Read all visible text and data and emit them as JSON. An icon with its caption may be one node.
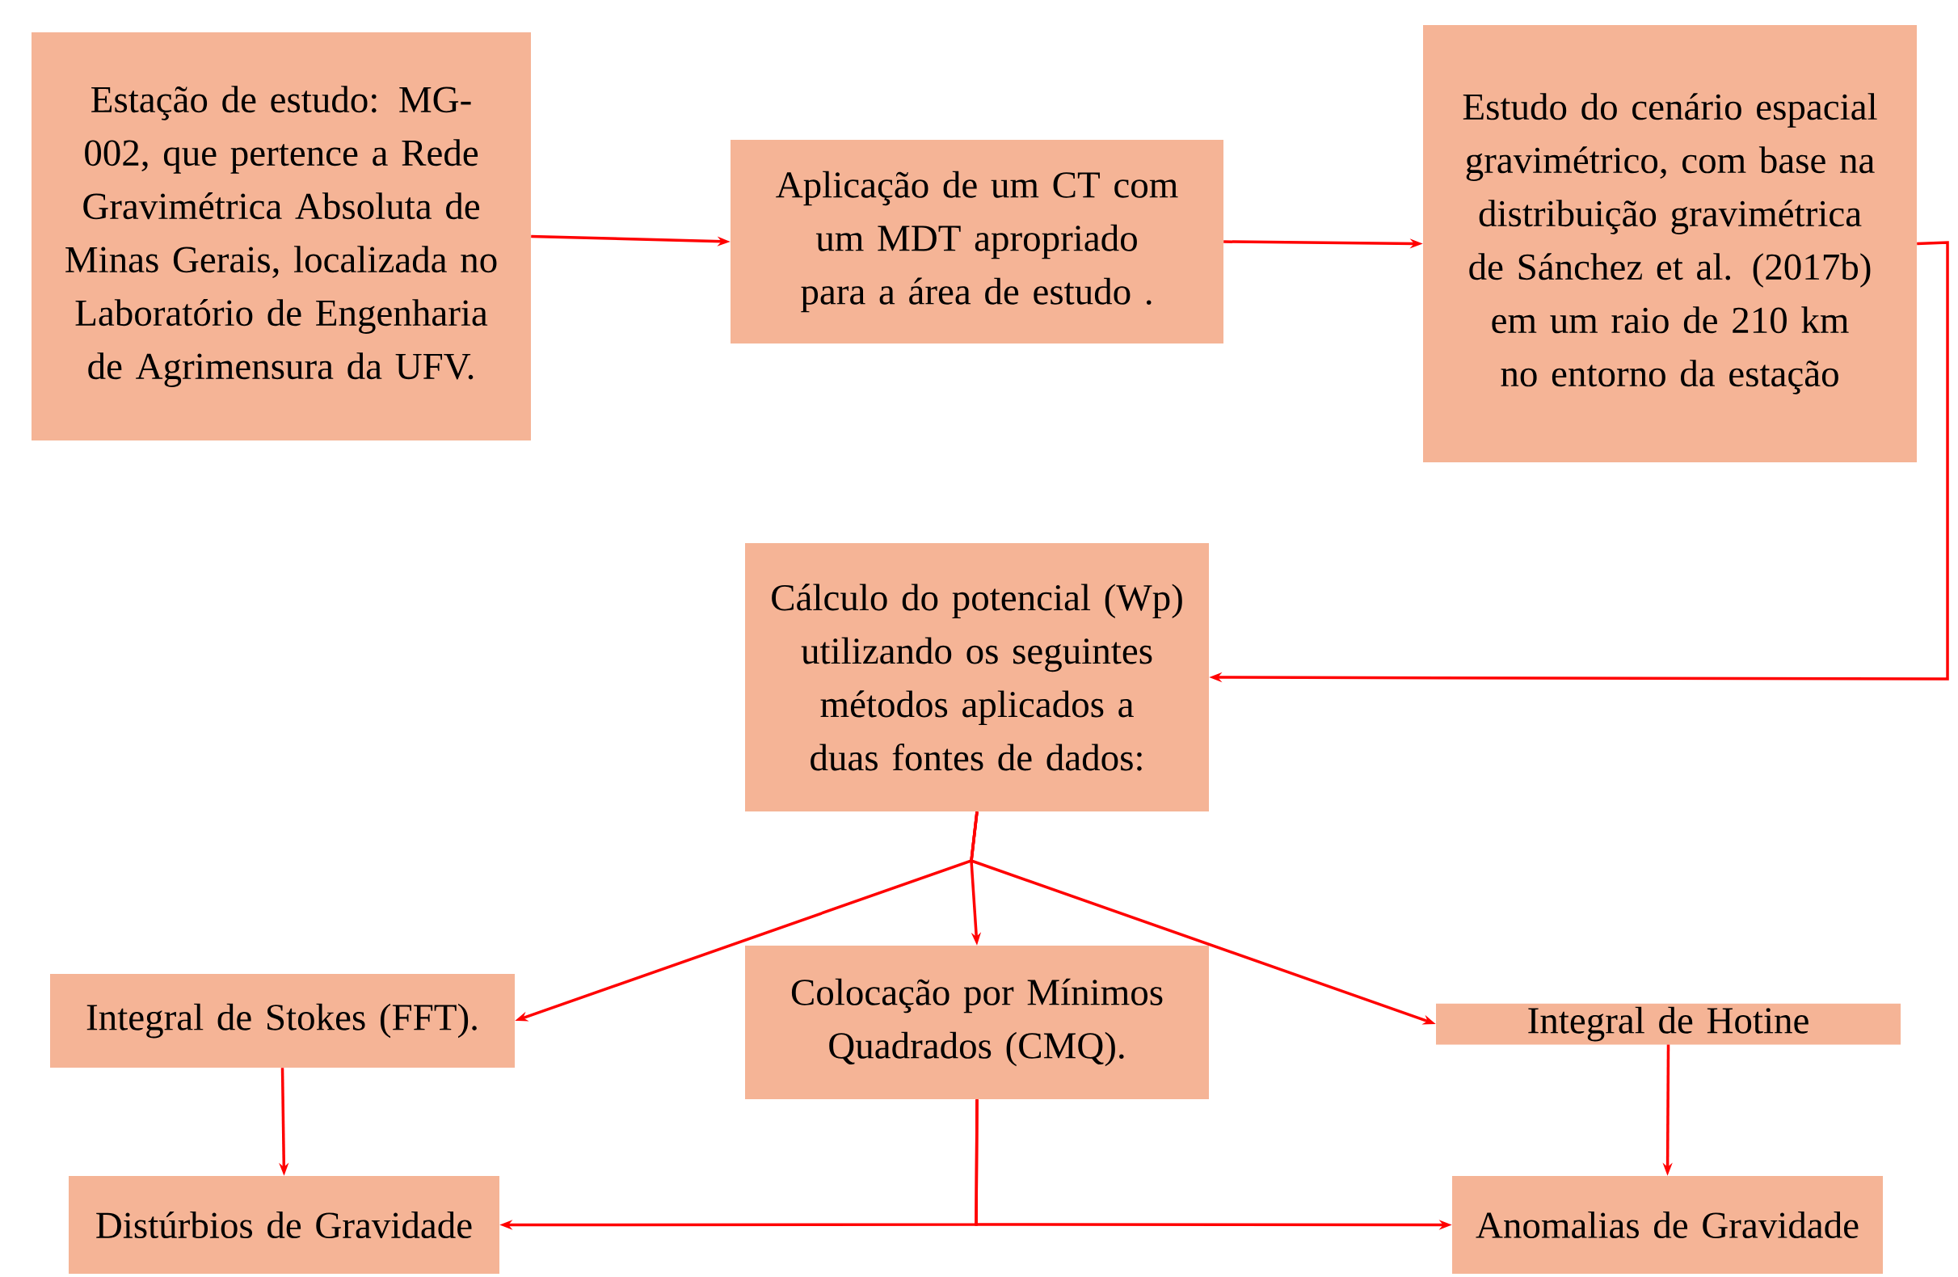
{
  "diagram": {
    "nodes": [
      {
        "text": [
          "Estação de estudo: MG-002, que pertence a Rede Gravimétrica Absoluta de Minas Gerais, localizada no Laboratório de Engenharia de Agrimensura da UFV."
        ]
      },
      {
        "text": [
          "Aplicação de um CT com um MDT apropriado para a área de estudo ."
        ]
      },
      {
        "text": [
          "Estudo do cenário espacial gravimétrico, com base na distribuição gravimétrica de Sánchez et al. (2017b) em um raio de 210 km no entorno da estação"
        ]
      },
      {
        "text": [
          "Cálculo do potencial (Wp) utilizando os seguintes métodos aplicados a duas fontes de dados:"
        ]
      },
      {
        "text": [
          "Integral de Stokes (FFT)."
        ]
      },
      {
        "text": [
          "Colocação por Mínimos Quadrados (CMQ)."
        ]
      },
      {
        "text": [
          "Integral de Hotine"
        ]
      },
      {
        "text": [
          "Distúrbios de Gravidade"
        ]
      },
      {
        "text": [
          "Anomalias de Gravidade"
        ]
      }
    ],
    "edges": [
      {
        "from": 0,
        "to": 1,
        "arrow": "to"
      },
      {
        "from": 1,
        "to": 2,
        "arrow": "to"
      },
      {
        "from": 2,
        "to": 3,
        "arrow": "to"
      },
      {
        "from": 3,
        "to": 4,
        "arrow": "to"
      },
      {
        "from": 3,
        "to": 5,
        "arrow": "to"
      },
      {
        "from": 3,
        "to": 6,
        "arrow": "to"
      },
      {
        "from": 4,
        "to": 7,
        "arrow": "to"
      },
      {
        "from": 6,
        "to": 8,
        "arrow": "to"
      },
      {
        "from": 5,
        "to": 7,
        "arrow": "to"
      },
      {
        "from": 5,
        "to": 8,
        "arrow": "to"
      }
    ]
  }
}
